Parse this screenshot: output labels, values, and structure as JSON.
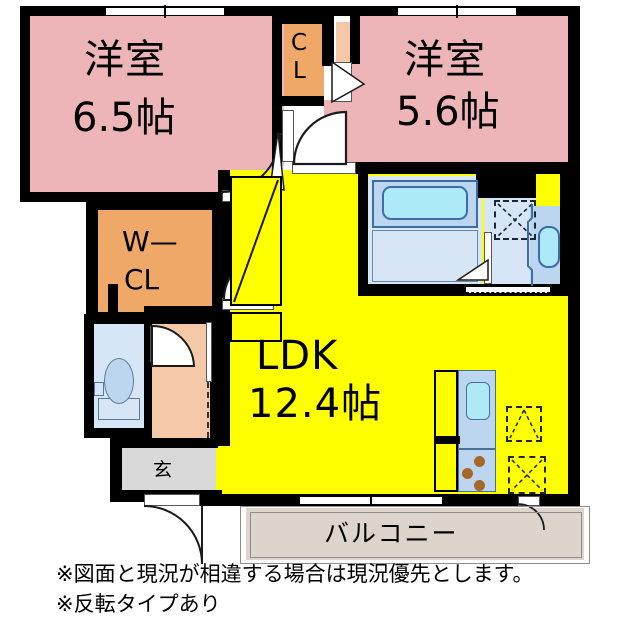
{
  "plan": {
    "type": "japanese-apartment-floor-plan",
    "layout_code": "2LDK",
    "rooms": [
      {
        "id": "washitsu_left",
        "name": "洋室",
        "area": "6.5帖",
        "name_label": "洋室",
        "area_label": "6.5帖",
        "color": "#eeb5b8",
        "kind": "western-room"
      },
      {
        "id": "washitsu_right",
        "name": "洋室",
        "area": "5.6帖",
        "name_label": "洋室",
        "area_label": "5.6帖",
        "color": "#eeb5b8",
        "kind": "western-room"
      },
      {
        "id": "ldk",
        "name": "LDK",
        "area": "12.4帖",
        "name_label": "LDK",
        "area_label": "12.4帖",
        "color": "#ffff00",
        "kind": "living-dining-kitchen"
      },
      {
        "id": "closet_top",
        "name": "CL",
        "label_line1": "C",
        "label_line2": "L",
        "color": "#f0a868",
        "kind": "closet"
      },
      {
        "id": "walk_in_closet",
        "name": "W-CL",
        "label_line1": "W—",
        "label_line2": "CL",
        "color": "#f0a868",
        "kind": "walk-in-closet"
      },
      {
        "id": "entrance",
        "name": "玄",
        "label": "玄",
        "color": "#d9d9d9",
        "kind": "entrance-genkan"
      },
      {
        "id": "balcony",
        "name": "バルコニー",
        "label": "バルコニー",
        "color": "#ddd5cc",
        "kind": "balcony"
      },
      {
        "id": "toilet",
        "name": "トイレ",
        "color": "#d6e6f7",
        "kind": "toilet"
      },
      {
        "id": "bath",
        "name": "浴室",
        "color": "#d6e6f7",
        "kind": "bathroom"
      },
      {
        "id": "washroom",
        "name": "洗面所",
        "color": "#d6e6f7",
        "kind": "washroom"
      },
      {
        "id": "corridor",
        "name": "廊下",
        "color": "#f5c9a8",
        "kind": "corridor"
      }
    ],
    "fixtures": [
      {
        "id": "bathtub",
        "name": "bathtub"
      },
      {
        "id": "washbasin",
        "name": "wash-basin"
      },
      {
        "id": "washing-machine-space",
        "name": "washing-machine-space"
      },
      {
        "id": "kitchen-sink",
        "name": "kitchen-sink"
      },
      {
        "id": "gas-stove",
        "name": "three-burner-stove"
      },
      {
        "id": "refrigerator-space",
        "name": "refrigerator-space"
      },
      {
        "id": "toilet-bowl",
        "name": "toilet-bowl"
      }
    ],
    "colors": {
      "room_pink": "#eeb5b8",
      "closet_orange": "#f0a868",
      "ldk_yellow": "#ffff00",
      "corridor_peach": "#f5c9a8",
      "entrance_grey": "#d9d9d9",
      "balcony_beige": "#ddd5cc",
      "water_blue": "#d6e6f7",
      "wall_black": "#000000"
    }
  },
  "labels": {
    "room_left_name": "洋室",
    "room_left_area": "6.5帖",
    "room_right_name": "洋室",
    "room_right_area": "5.6帖",
    "ldk_name": "LDK",
    "ldk_area": "12.4帖",
    "closet_top_line1": "C",
    "closet_top_line2": "L",
    "wcl_line1": "W—",
    "wcl_line2": "CL",
    "entrance": "玄",
    "balcony": "バルコニー"
  },
  "notes": {
    "line1": "※図面と現況が相違する場合は現況優先とします。",
    "line2": "※反転タイプあり"
  }
}
